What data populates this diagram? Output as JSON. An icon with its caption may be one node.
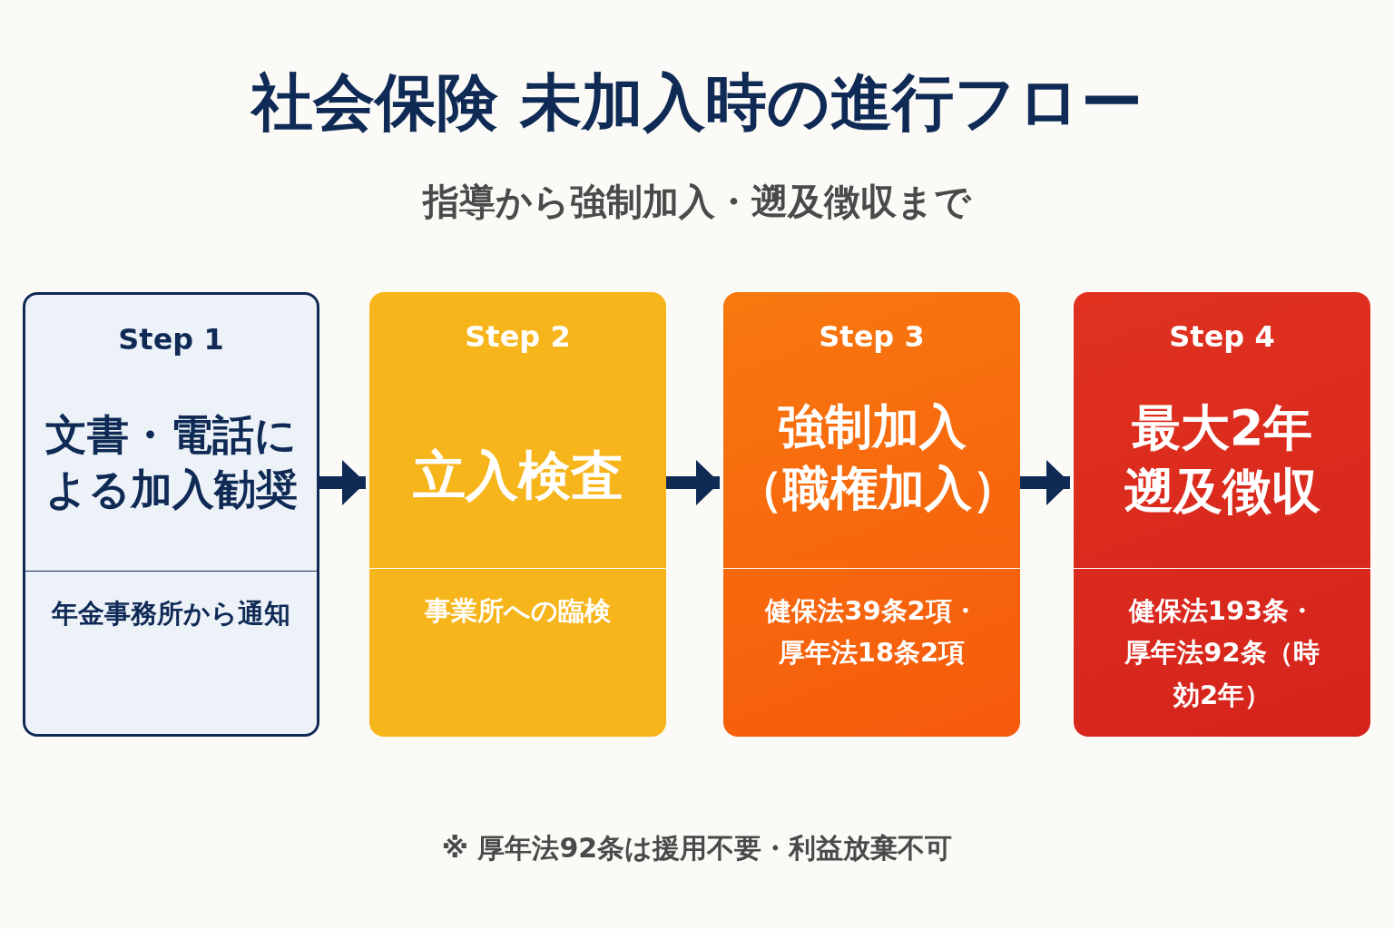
{
  "diagram": {
    "title": "社会保険 未加入時の進行フロー",
    "nodes": [
      {
        "text": [
          "Step 1",
          "文書・電話による加入勧奨",
          "年金事務所から通知"
        ]
      },
      {
        "text": [
          "Step 2",
          "立入検査",
          "事業所への臨検"
        ]
      },
      {
        "text": [
          "Step 3",
          "強制加入（職権加入）",
          "健保法39条2項・厚年法18条2項"
        ]
      },
      {
        "text": [
          "Step 4",
          "最大2年遡及徴収",
          "健保法193条・厚年法92条（時効2年）"
        ]
      }
    ],
    "edges": [
      {
        "from": 0,
        "to": 1,
        "arrow": "to"
      },
      {
        "from": 1,
        "to": 2,
        "arrow": "to"
      },
      {
        "from": 2,
        "to": 3,
        "arrow": "to"
      }
    ],
    "labels": [
      "指導から強制加入・遡及徴収まで",
      "※ 厚年法92条は援用不要・利益放棄不可"
    ]
  }
}
